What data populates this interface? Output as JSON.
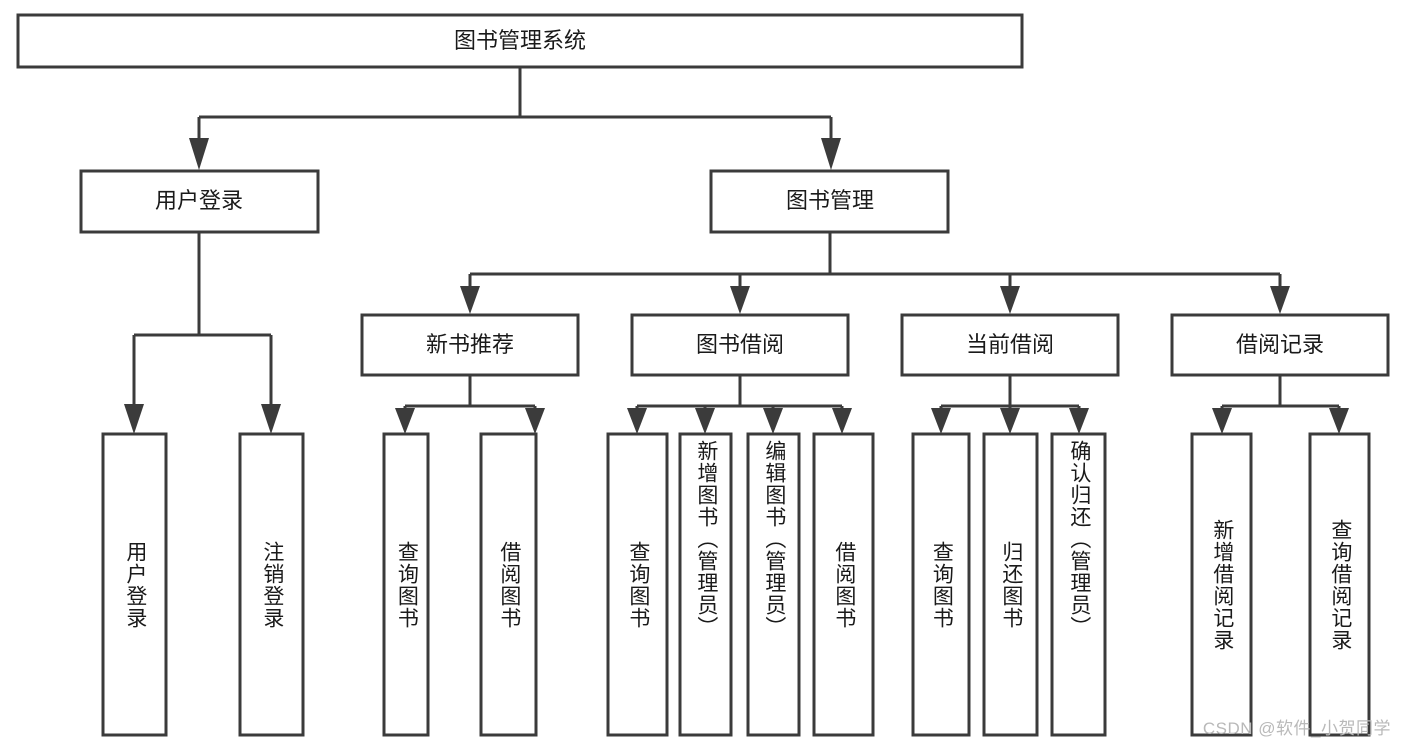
{
  "diagram": {
    "type": "tree",
    "title_node": {
      "label": "图书管理系统"
    },
    "level1": [
      {
        "id": "user-login",
        "label": "用户登录"
      },
      {
        "id": "book-management",
        "label": "图书管理"
      }
    ],
    "level2": [
      {
        "id": "new-book-recommend",
        "label": "新书推荐",
        "parent": "book-management"
      },
      {
        "id": "book-borrow",
        "label": "图书借阅",
        "parent": "book-management"
      },
      {
        "id": "current-borrow",
        "label": "当前借阅",
        "parent": "book-management"
      },
      {
        "id": "borrow-record",
        "label": "借阅记录",
        "parent": "book-management"
      }
    ],
    "leaves": [
      {
        "id": "leaf-user-login",
        "label": "用户登录",
        "parent": "user-login"
      },
      {
        "id": "leaf-logout",
        "label": "注销登录",
        "parent": "user-login"
      },
      {
        "id": "leaf-query-book-1",
        "label": "查询图书",
        "parent": "new-book-recommend"
      },
      {
        "id": "leaf-borrow-book-1",
        "label": "借阅图书",
        "parent": "new-book-recommend"
      },
      {
        "id": "leaf-query-book-2",
        "label": "查询图书",
        "parent": "book-borrow"
      },
      {
        "id": "leaf-add-book",
        "label": "新增图书（管理员）",
        "parent": "book-borrow"
      },
      {
        "id": "leaf-edit-book",
        "label": "编辑图书（管理员）",
        "parent": "book-borrow"
      },
      {
        "id": "leaf-borrow-book-2",
        "label": "借阅图书",
        "parent": "book-borrow"
      },
      {
        "id": "leaf-query-book-3",
        "label": "查询图书",
        "parent": "current-borrow"
      },
      {
        "id": "leaf-return-book",
        "label": "归还图书",
        "parent": "current-borrow"
      },
      {
        "id": "leaf-confirm-return",
        "label": "确认归还（管理员）",
        "parent": "current-borrow"
      },
      {
        "id": "leaf-add-record",
        "label": "新增借阅记录",
        "parent": "borrow-record"
      },
      {
        "id": "leaf-query-record",
        "label": "查询借阅记录",
        "parent": "borrow-record"
      }
    ]
  },
  "watermark": {
    "text": "CSDN @软件_小贺同学"
  },
  "colors": {
    "box_stroke": "#3b3b3b",
    "box_fill": "#ffffff",
    "text": "#1a1a1a",
    "watermark": "#b9b9b9",
    "background": "#ffffff"
  }
}
